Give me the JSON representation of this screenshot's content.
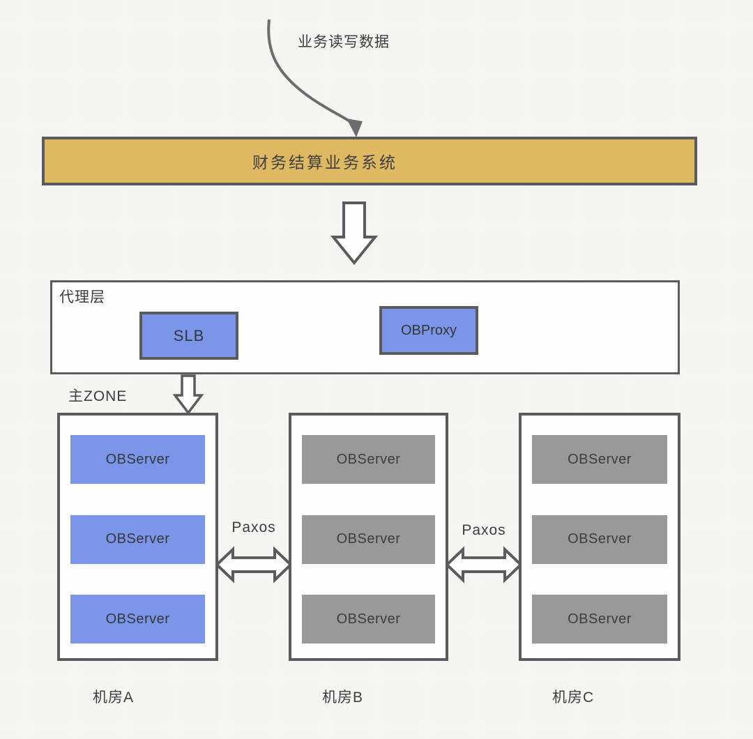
{
  "colors": {
    "background": "#f6f5f2",
    "panel": "#fdfdfc",
    "border": "#595b5d",
    "gold": "#dfb962",
    "blue": "#7b96e8",
    "gray": "#98999b",
    "text": "#3b3d3f",
    "arrow_dark": "#6b6c6e",
    "light_arrow_fill": "#f0f0ed",
    "light_arrow_border": "#d8d8d3"
  },
  "flow": {
    "label": "业务读写数据"
  },
  "system_bar": {
    "label": "财务结算业务系统"
  },
  "proxy_layer": {
    "label": "代理层",
    "slb_label": "SLB",
    "obproxy_label": "OBProxy"
  },
  "zone": {
    "label": "主ZONE"
  },
  "paxos": {
    "left_label": "Paxos",
    "right_label": "Paxos"
  },
  "datacenters": [
    {
      "name": "机房A",
      "variant": "blue",
      "servers": [
        "OBServer",
        "OBServer",
        "OBServer"
      ]
    },
    {
      "name": "机房B",
      "variant": "gray",
      "servers": [
        "OBServer",
        "OBServer",
        "OBServer"
      ]
    },
    {
      "name": "机房C",
      "variant": "gray",
      "servers": [
        "OBServer",
        "OBServer",
        "OBServer"
      ]
    }
  ]
}
